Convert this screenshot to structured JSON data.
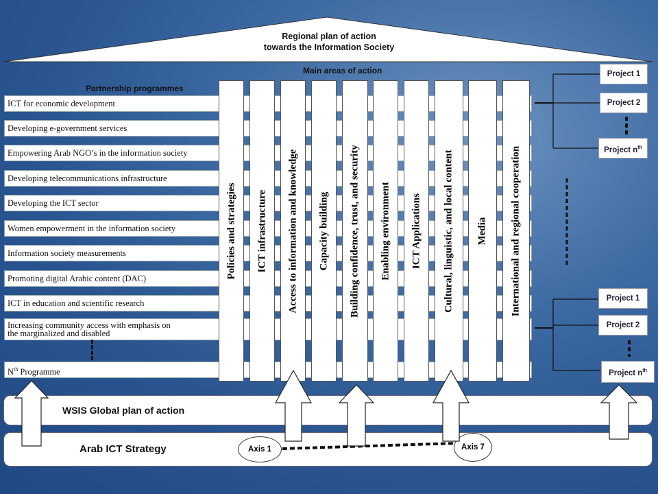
{
  "roof": {
    "line1": "Regional plan of action",
    "line2": "towards the Information Society"
  },
  "main_areas_label": "Main areas of action",
  "partnership_label": "Partnership programmes",
  "programmes": [
    "ICT for economic development",
    "Developing e-government services",
    "Empowering Arab NGO’s in the information society",
    "Developing telecommunications infrastructure",
    "Developing the ICT sector",
    "Women empowerment in the information society",
    "Information society measurements",
    "Promoting digital Arabic content (DAC)",
    "ICT in education and scientific research"
  ],
  "programme_two_line": {
    "line1": "Increasing community access with emphasis on",
    "line2": "the marginalized and disabled"
  },
  "nth_programme": {
    "prefix": "N",
    "sup": "th",
    "suffix": " Programme"
  },
  "areas": [
    "Policies and strategies",
    "ICT infrastructure",
    "Access to information and knowledge",
    "Capacity building",
    "Building confidence, trust, and security",
    "Enabling environment",
    "ICT Applications",
    "Cultural, linguistic, and local content",
    "Media",
    "International and regional cooperation"
  ],
  "projects_top": {
    "p1": "Project 1",
    "p2": "Project 2",
    "pn_prefix": "Project n",
    "pn_sup": "th"
  },
  "projects_bottom": {
    "p1": "Project 1",
    "p2": "Project 2",
    "pn_prefix": "Project n",
    "pn_sup": "th"
  },
  "wsis_label": "WSIS Global plan of action",
  "arab_label": "Arab ICT Strategy",
  "axis_first": "Axis 1",
  "axis_last": "Axis 7"
}
